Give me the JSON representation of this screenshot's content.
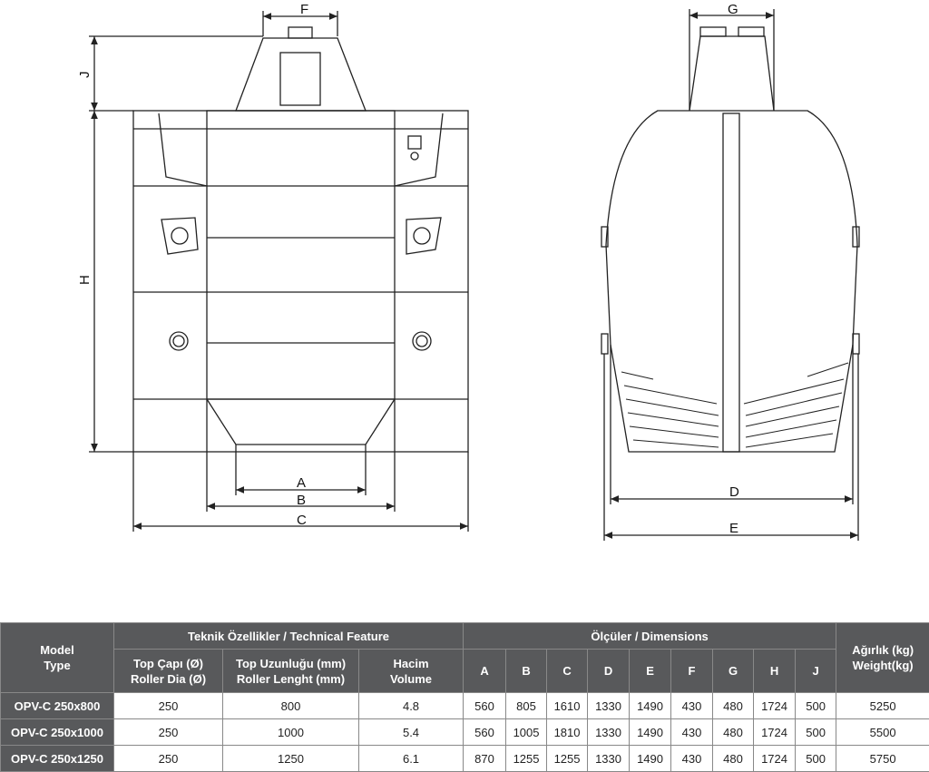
{
  "drawing": {
    "front_labels": {
      "F": "F",
      "J": "J",
      "H": "H",
      "A": "A",
      "B": "B",
      "C": "C"
    },
    "side_labels": {
      "G": "G",
      "D": "D",
      "E": "E"
    }
  },
  "table": {
    "model_header": [
      "Model",
      "Type"
    ],
    "technical_header": "Teknik Özellikler / Technical Feature",
    "dimensions_header": "Ölçüler / Dimensions",
    "weight_header": [
      "Ağırlık (kg)",
      "Weight(kg)"
    ],
    "tech_columns": [
      [
        "Top Çapı (Ø)",
        "Roller Dia (Ø)"
      ],
      [
        "Top Uzunluğu (mm)",
        "Roller Lenght (mm)"
      ],
      [
        "Hacim",
        "Volume"
      ]
    ],
    "dim_columns": [
      "A",
      "B",
      "C",
      "D",
      "E",
      "F",
      "G",
      "H",
      "J"
    ],
    "rows": [
      {
        "model": "OPV-C 250x800",
        "cells": [
          "250",
          "800",
          "4.8",
          "560",
          "805",
          "1610",
          "1330",
          "1490",
          "430",
          "480",
          "1724",
          "500",
          "5250"
        ]
      },
      {
        "model": "OPV-C 250x1000",
        "cells": [
          "250",
          "1000",
          "5.4",
          "560",
          "1005",
          "1810",
          "1330",
          "1490",
          "430",
          "480",
          "1724",
          "500",
          "5500"
        ]
      },
      {
        "model": "OPV-C 250x1250",
        "cells": [
          "250",
          "1250",
          "6.1",
          "870",
          "1255",
          "1255",
          "1330",
          "1490",
          "430",
          "480",
          "1724",
          "500",
          "5750"
        ]
      }
    ]
  }
}
